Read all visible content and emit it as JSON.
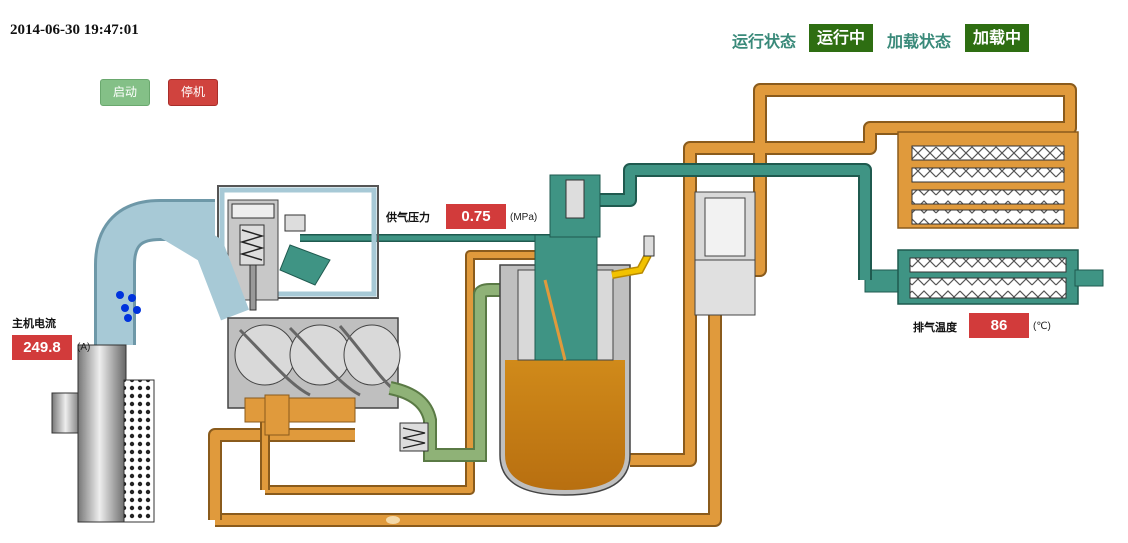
{
  "header": {
    "datetime": "2014-06-30 19:47:01"
  },
  "status": {
    "run_label": "运行状态",
    "run_value": "运行中",
    "load_label": "加载状态",
    "load_value": "加载中",
    "badge_color": "#2e6e12",
    "label_color": "#3a8a7a"
  },
  "controls": {
    "start_label": "启动",
    "stop_label": "停机",
    "start_color": "#84c087",
    "stop_color": "#d0433e"
  },
  "readouts": {
    "current": {
      "label": "主机电流",
      "value": "249.8",
      "unit": "(A)"
    },
    "pressure": {
      "label": "供气压力",
      "value": "0.75",
      "unit": "(MPa)"
    },
    "temperature": {
      "label": "排气温度",
      "value": "86",
      "unit": "(℃)"
    }
  },
  "colors": {
    "oil_pipe": "#e09a3c",
    "air_pipe": "#3f9484",
    "intake": "#a7c9d6",
    "oil_return": "#8fb277",
    "readout_box": "#d23b3b"
  }
}
